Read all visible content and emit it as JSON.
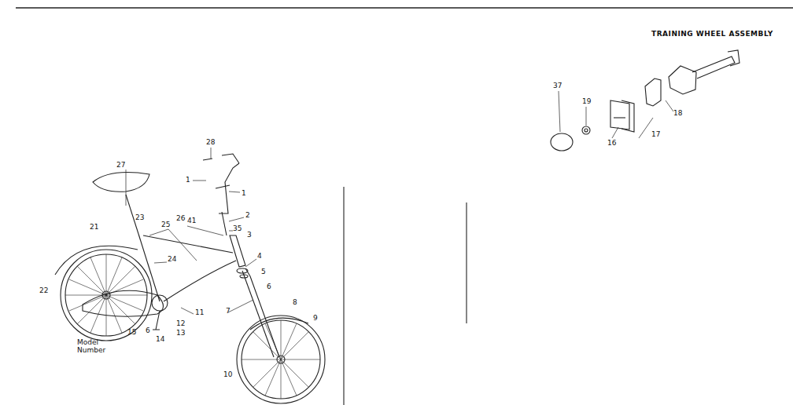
{
  "diagram": {
    "labels": [
      "TRAINING WHEEL ASSEMBLY",
      "37",
      "19",
      "16",
      "17",
      "18",
      "28",
      "27",
      "1",
      "1",
      "2",
      "35",
      "3",
      "23",
      "26",
      "41",
      "25",
      "21",
      "4",
      "5",
      "6",
      "24",
      "22",
      "7",
      "8",
      "9",
      "11",
      "12",
      "15",
      "6",
      "13",
      "14",
      "10",
      "Model Number"
    ]
  }
}
